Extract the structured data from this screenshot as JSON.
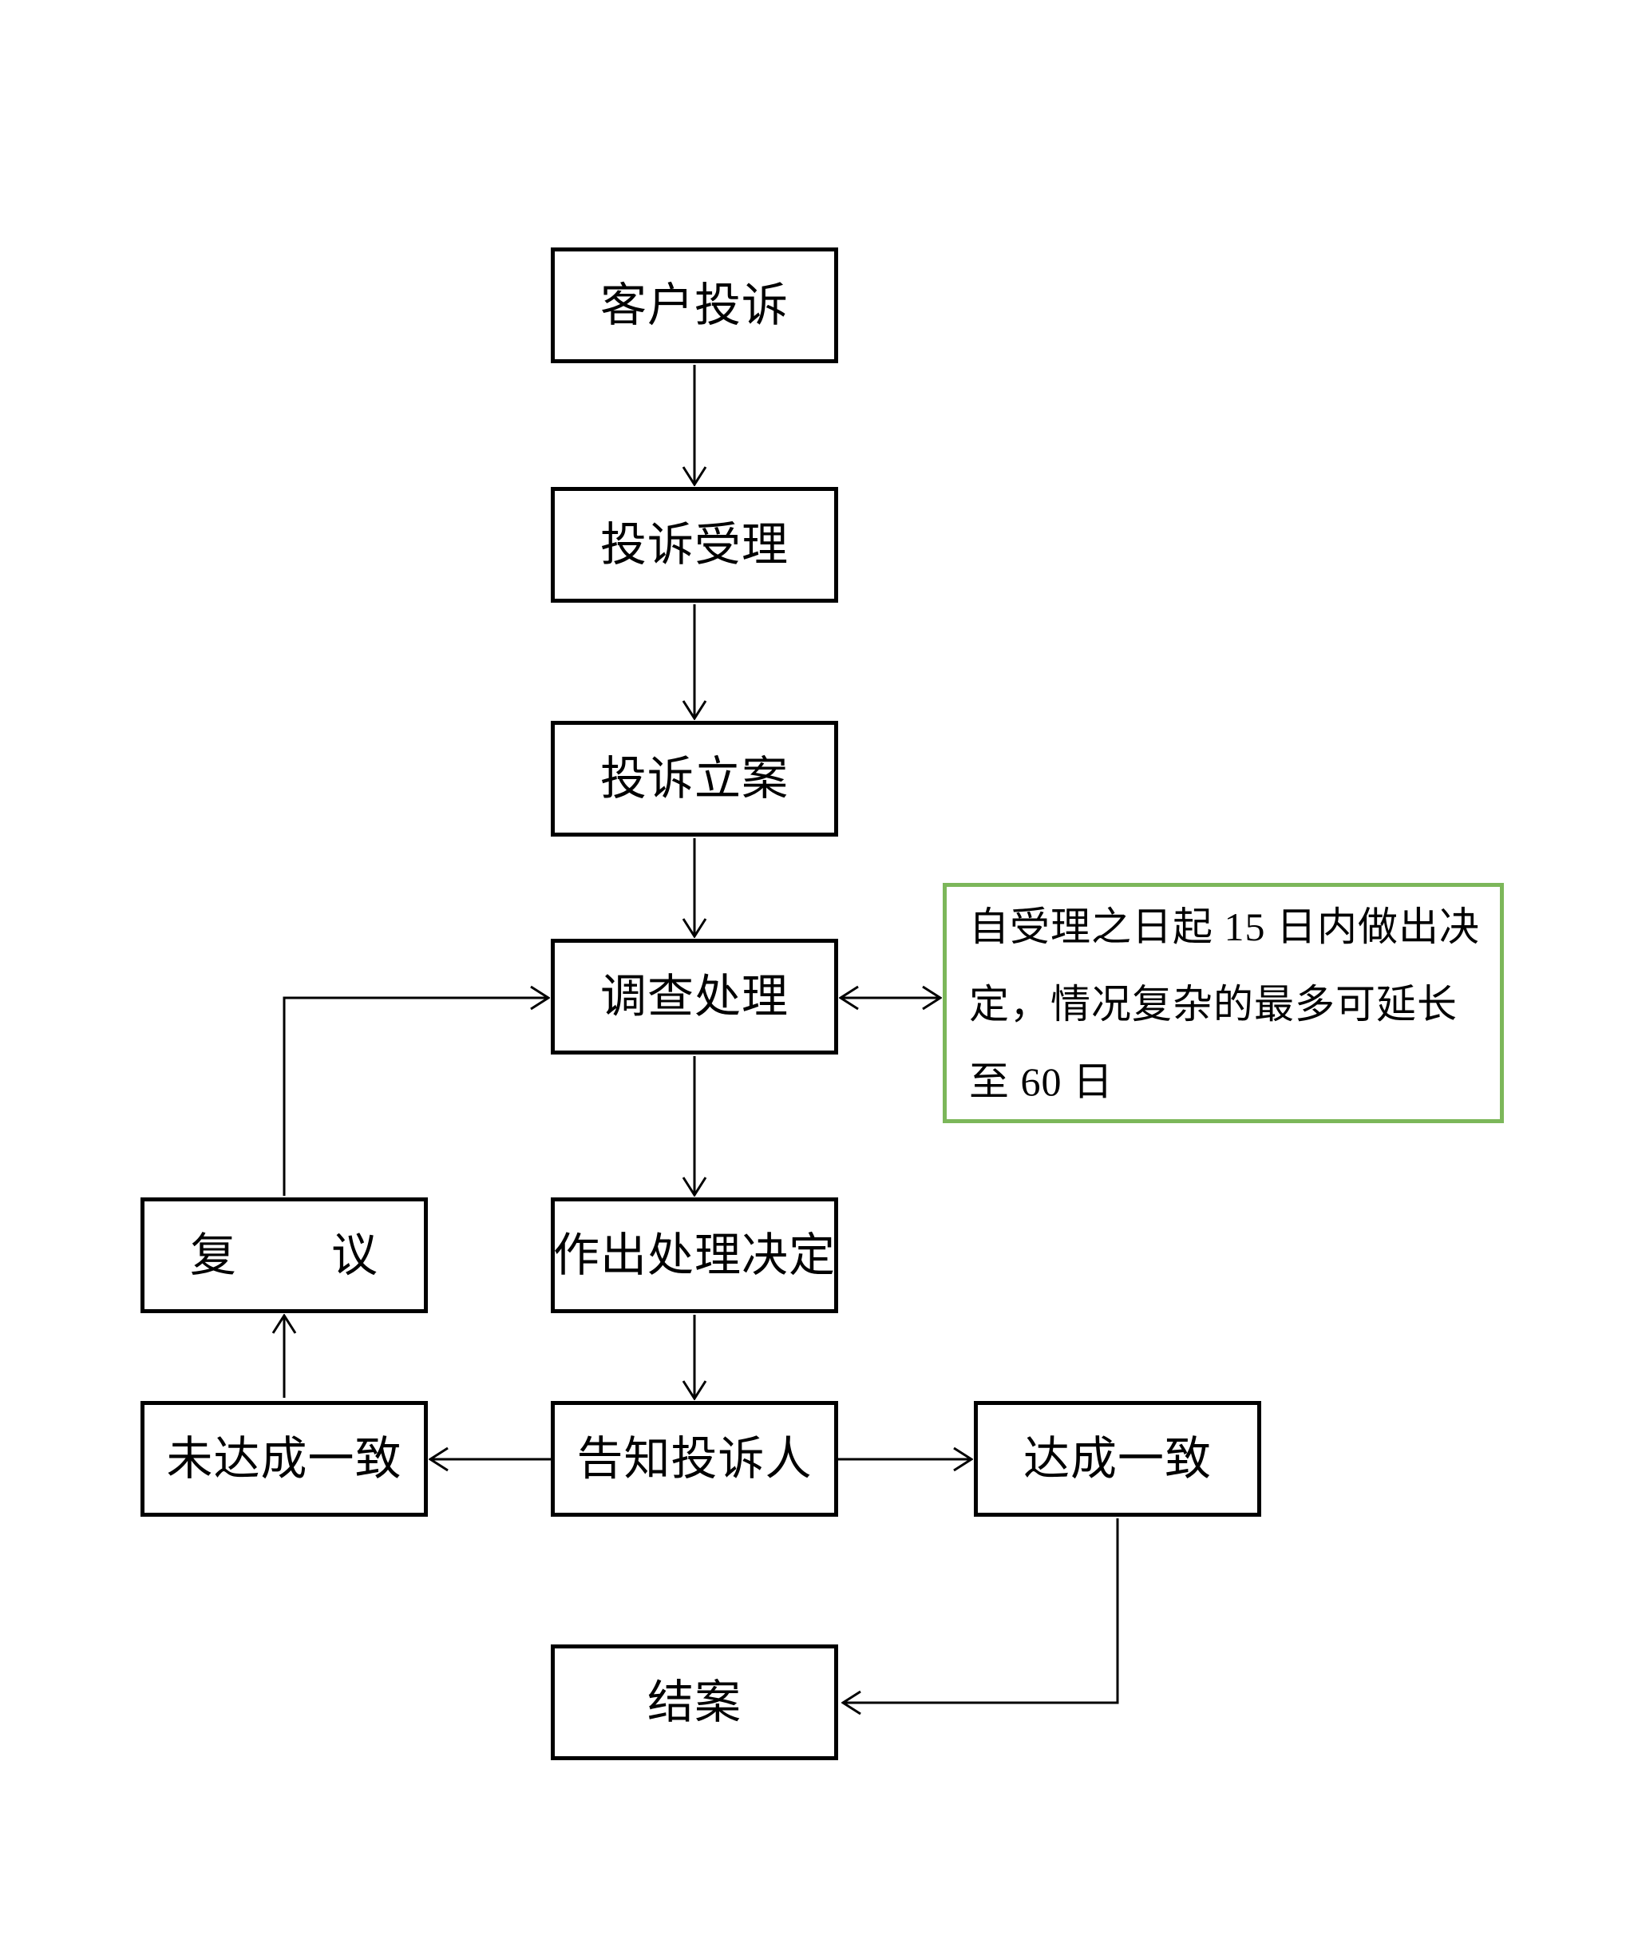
{
  "colors": {
    "background": "#ffffff",
    "node_border": "#000000",
    "connector": "#000000",
    "note_border": "#7cb75a",
    "text": "#000000"
  },
  "nodes": {
    "customer_complaint": {
      "label": "客户投诉"
    },
    "complaint_acceptance": {
      "label": "投诉受理"
    },
    "complaint_filing": {
      "label": "投诉立案"
    },
    "investigation": {
      "label": "调查处理"
    },
    "reconsideration": {
      "label": "复　　议"
    },
    "make_decision": {
      "label": "作出处理决定"
    },
    "no_agreement": {
      "label": "未达成一致"
    },
    "notify_complainant": {
      "label": "告知投诉人"
    },
    "agreement": {
      "label": "达成一致"
    },
    "case_closed": {
      "label": "结案"
    }
  },
  "note": {
    "lines": [
      "自受理之日起 15 日内做出决",
      "定，情况复杂的最多可延长",
      "至 60 日"
    ]
  }
}
